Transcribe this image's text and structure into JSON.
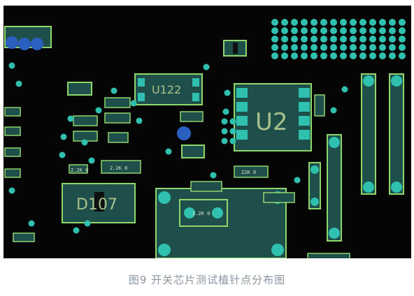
{
  "caption": "图9 开关芯片测试植针点分布图",
  "labels": {
    "u122": "U122",
    "u2": "U2",
    "d107": "D107",
    "r1": "2.2K 0",
    "r2": "2.2K 0",
    "r3": "22K 0",
    "r4": "2.2K 0"
  },
  "colors": {
    "board": "#050505",
    "pad": "#2fc0b0",
    "outline": "#8fd66b",
    "body": "#1f4f4a",
    "blue": "#2b5fc0"
  }
}
